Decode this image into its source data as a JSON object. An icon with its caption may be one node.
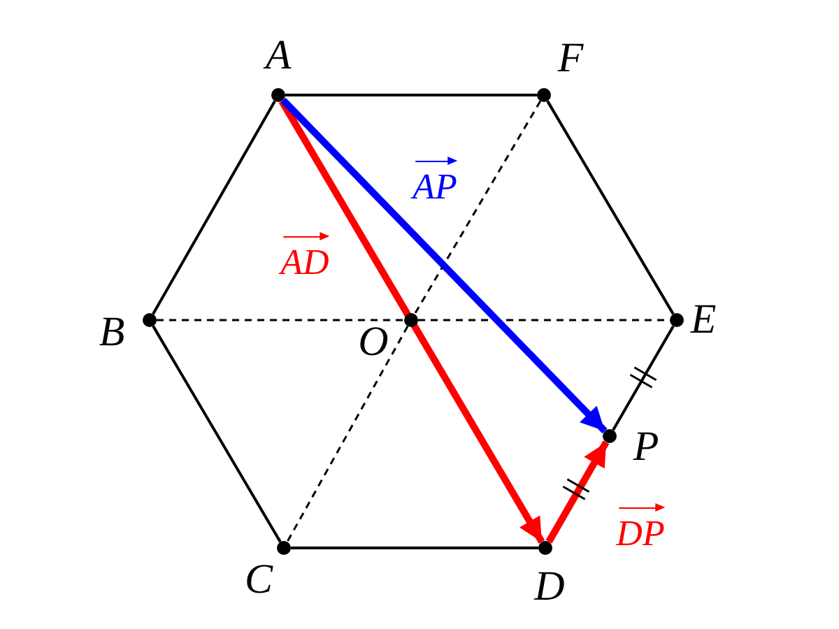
{
  "diagram": {
    "nodes": [
      {
        "text": [
          "A"
        ]
      },
      {
        "text": [
          "F"
        ]
      },
      {
        "text": [
          "B"
        ]
      },
      {
        "text": [
          "O"
        ]
      },
      {
        "text": [
          "E"
        ]
      },
      {
        "text": [
          "P"
        ]
      },
      {
        "text": [
          "C"
        ]
      },
      {
        "text": [
          "D"
        ]
      }
    ],
    "edges": [
      {
        "from": 0,
        "to": 1,
        "arrow": "none"
      },
      {
        "from": 1,
        "to": 4,
        "arrow": "none"
      },
      {
        "from": 4,
        "to": 5,
        "arrow": "none"
      },
      {
        "from": 7,
        "to": 6,
        "arrow": "none"
      },
      {
        "from": 6,
        "to": 2,
        "arrow": "none"
      },
      {
        "from": 2,
        "to": 0,
        "arrow": "none"
      },
      {
        "from": 2,
        "to": 3,
        "arrow": "none",
        "style": "dashed"
      },
      {
        "from": 3,
        "to": 4,
        "arrow": "none",
        "style": "dashed"
      },
      {
        "from": 1,
        "to": 3,
        "arrow": "none",
        "style": "dashed"
      },
      {
        "from": 3,
        "to": 6,
        "arrow": "none",
        "style": "dashed"
      },
      {
        "from": 0,
        "to": 7,
        "arrow": "to",
        "label": "AD",
        "style": "thick",
        "color": "#ff0000"
      },
      {
        "from": 0,
        "to": 5,
        "arrow": "to",
        "label": "AP",
        "style": "thick",
        "color": "#0000ff"
      },
      {
        "from": 7,
        "to": 5,
        "arrow": "to",
        "label": "DP",
        "style": "thick",
        "color": "#ff0000"
      }
    ]
  }
}
